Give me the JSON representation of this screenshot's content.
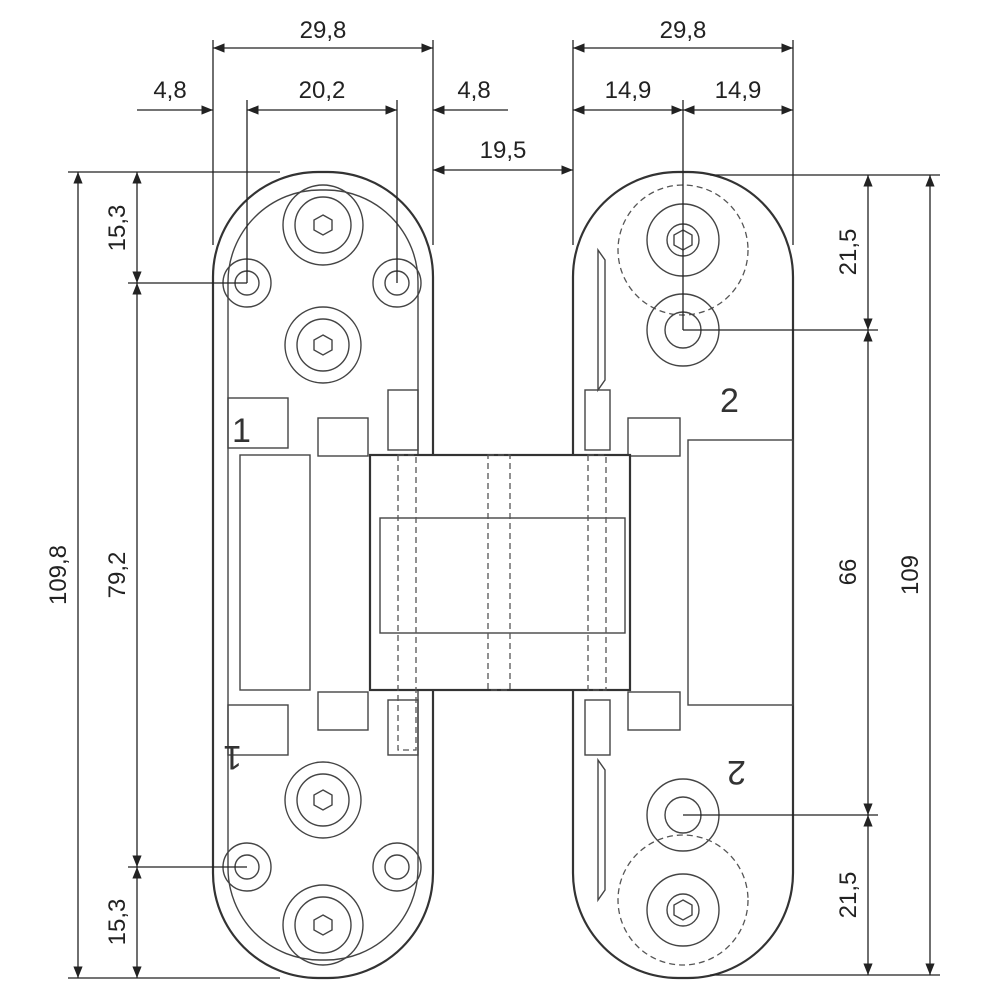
{
  "drawing": {
    "top_left": {
      "overall_width": "29,8",
      "left_offset": "4,8",
      "hole_spacing": "20,2",
      "right_offset": "4,8"
    },
    "gap": "19,5",
    "top_right": {
      "overall_width": "29,8",
      "half_left": "14,9",
      "half_right": "14,9"
    },
    "left_vertical": {
      "overall_height": "109,8",
      "top_offset": "15,3",
      "hole_spacing": "79,2",
      "bottom_offset": "15,3"
    },
    "right_vertical": {
      "overall_height": "109",
      "top_offset": "21,5",
      "hole_spacing": "66",
      "bottom_offset": "21,5"
    },
    "part_labels": {
      "left_top": "1",
      "left_bottom": "1",
      "right_top": "2",
      "right_bottom": "2"
    }
  }
}
